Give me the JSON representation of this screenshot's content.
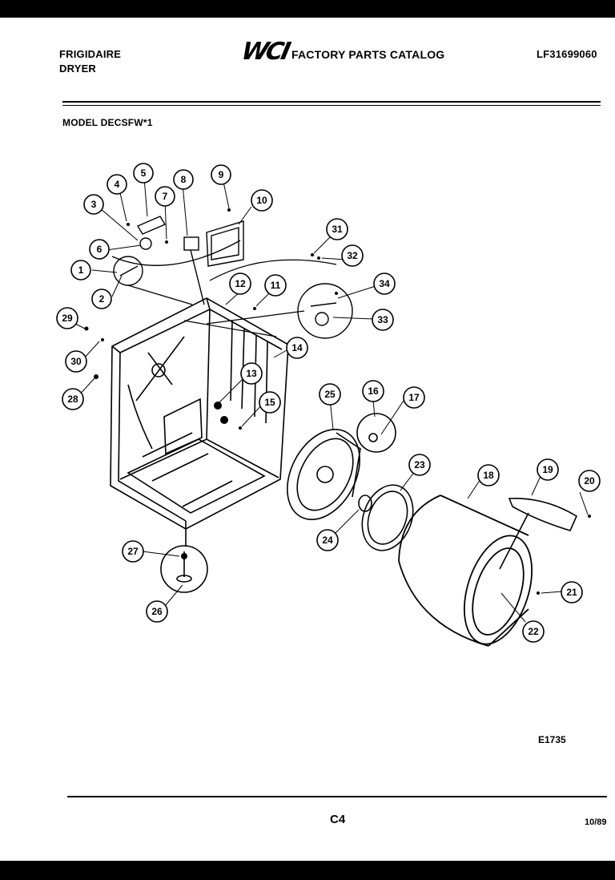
{
  "header": {
    "brand": "FRIGIDAIRE",
    "product": "DRYER",
    "logo": "WCI",
    "catalog_title": "FACTORY PARTS CATALOG",
    "catalog_number": "LF31699060"
  },
  "model": "MODEL DECSFW*1",
  "callouts": [
    "1",
    "2",
    "3",
    "4",
    "5",
    "6",
    "7",
    "8",
    "9",
    "10",
    "11",
    "12",
    "13",
    "14",
    "15",
    "16",
    "17",
    "18",
    "19",
    "20",
    "21",
    "22",
    "23",
    "24",
    "25",
    "26",
    "27",
    "28",
    "29",
    "30",
    "31",
    "32",
    "33",
    "34"
  ],
  "footer": {
    "drawing_number": "E1735",
    "page": "C4",
    "date": "10/89"
  }
}
